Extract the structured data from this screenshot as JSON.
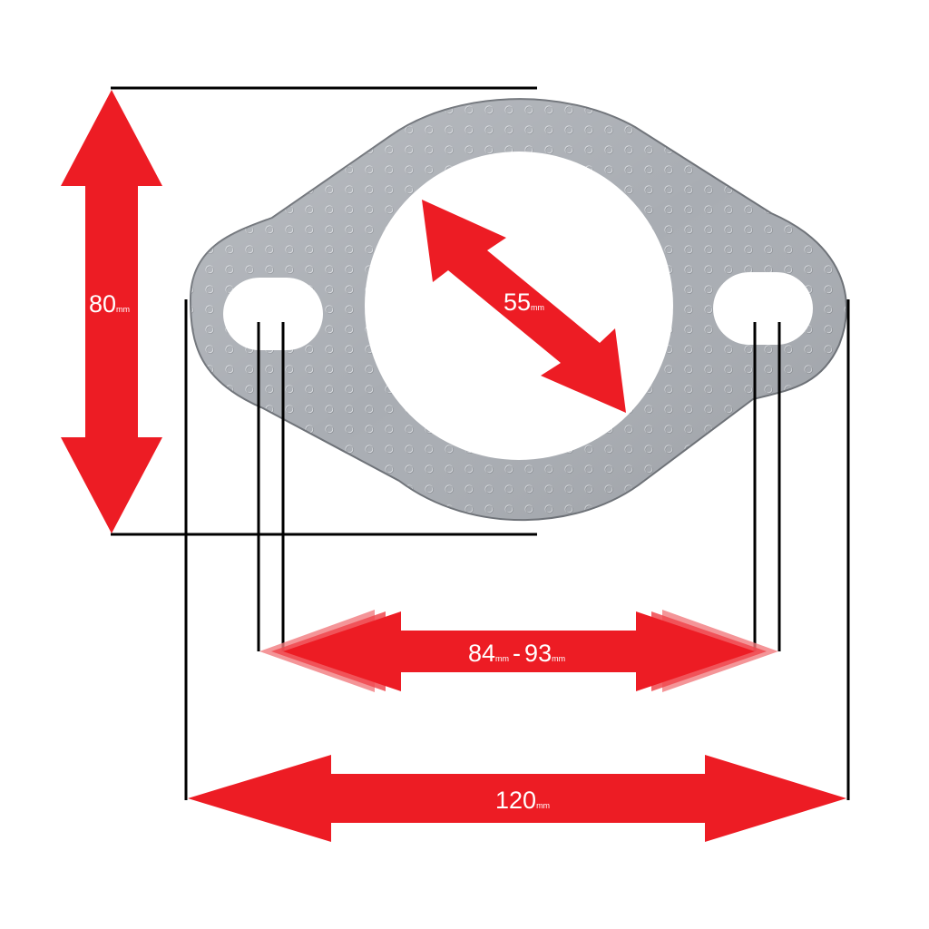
{
  "diagram": {
    "subject": "Exhaust flange gasket, 2-bolt",
    "colors": {
      "arrow": "#ED1C24",
      "arrow_ghost": "#F17A7E",
      "line": "#000000",
      "gasket": "#A9ADB3",
      "gasket_edge": "#6E7278",
      "background": "#FFFFFF"
    },
    "dimensions": {
      "height": {
        "value": "80",
        "unit": "mm"
      },
      "inner_diameter": {
        "value": "55",
        "unit": "mm"
      },
      "bolt_spacing": {
        "min": "84",
        "max": "93",
        "unit": "mm",
        "separator": "-"
      },
      "overall_width": {
        "value": "120",
        "unit": "mm"
      }
    }
  }
}
